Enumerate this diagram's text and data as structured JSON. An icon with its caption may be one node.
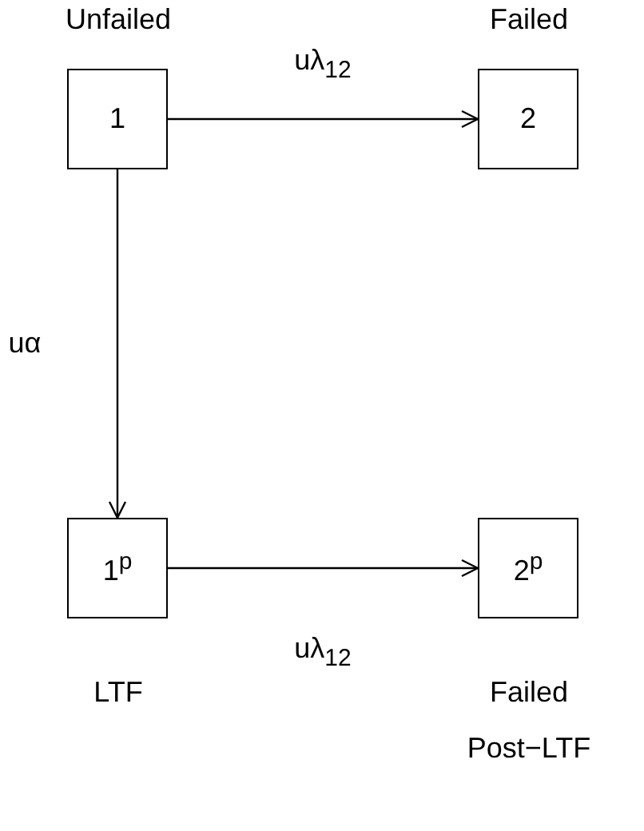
{
  "diagram": {
    "nodes": [
      {
        "text": [
          "1"
        ],
        "beside": [
          "Unfailed"
        ]
      },
      {
        "text": [
          "2"
        ],
        "beside": [
          "Failed"
        ]
      },
      {
        "text": [
          "1$^{p}$"
        ],
        "beside": [
          "LTF"
        ]
      },
      {
        "text": [
          "2$^{p}$"
        ],
        "beside": [
          "Failed",
          "Post−LTF"
        ]
      }
    ],
    "edges": [
      {
        "from": 0,
        "to": 1,
        "arrow": "to",
        "label": "uλ$_{12}$"
      },
      {
        "from": 0,
        "to": 2,
        "arrow": "to",
        "label": "uα"
      },
      {
        "from": 2,
        "to": 3,
        "arrow": "to",
        "label": "uλ$_{12}$"
      }
    ]
  }
}
